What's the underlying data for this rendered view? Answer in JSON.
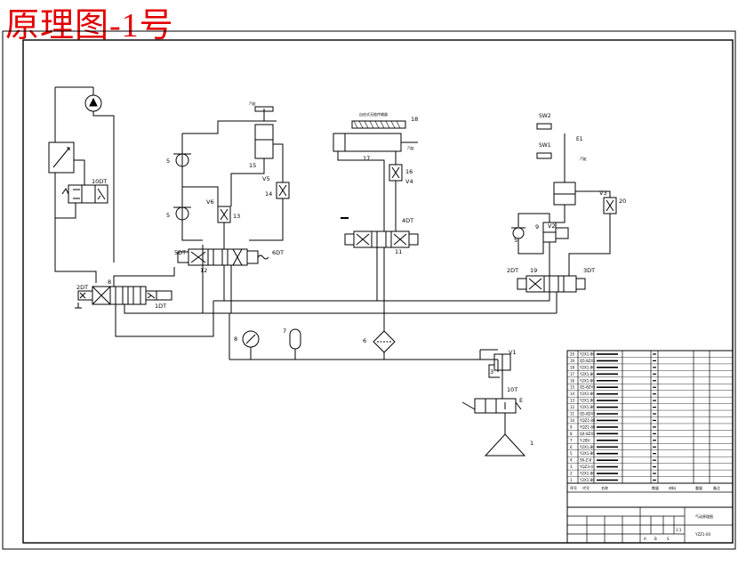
{
  "title": "原理图-1号",
  "labels": {
    "c1": "10DT",
    "c2": "2DT",
    "c3": "8",
    "c4": "1DT",
    "c5": "5",
    "c6": "5",
    "c7": "V6",
    "c8": "13",
    "c9": "15",
    "c10": "V5",
    "c11": "14",
    "c12": "5DT",
    "c13": "6DT",
    "c14": "12",
    "c15": "18",
    "c16": "17",
    "c17": "16",
    "c18": "V4",
    "c19": "4DT",
    "c20": "11",
    "c21": "SW2",
    "c22": "SW1",
    "c23": "E1",
    "c24": "V3",
    "c25": "20",
    "c26": "V2",
    "c27": "9",
    "c28": "5",
    "c29": "2DT",
    "c30": "19",
    "c31": "3DT",
    "c32": "8",
    "c33": "7",
    "c34": "6",
    "c35": "V1",
    "c36": "3",
    "c37": "10T",
    "c38": "E",
    "c39": "1"
  },
  "notes": {
    "top_cyl_label": "汽缸",
    "chain_label": "自由式无链传输器",
    "clamp_label": "汽缸",
    "cyl_e1_label": "汽缸",
    "line_label": "油压"
  },
  "title_block": {
    "row_numbers": [
      "20",
      "19",
      "18",
      "17",
      "16",
      "15",
      "14",
      "13",
      "12",
      "11",
      "10",
      "9",
      "8",
      "7",
      "6",
      "5",
      "4",
      "3",
      "2",
      "1"
    ],
    "row_codes": [
      "Y2X1-86",
      "Q5-8Z45",
      "Y2X1-86",
      "Y2X1-86",
      "Y2X1-86",
      "Q5-8Z45",
      "Y2X1-86",
      "Y2X1-86",
      "Y2X1-86",
      "Q5-8Z45",
      "YQZ1-86",
      "YQZ1-86",
      "Q4-8Z45",
      "Y-28V",
      "Y2X1-86",
      "Y2X1-86",
      "S6-Z-8",
      "YQZ3-4",
      "Y2X1-86",
      "Y2X1-86"
    ],
    "header": [
      "序号",
      "代号",
      "名称",
      "数量",
      "材料",
      "重量",
      "备注"
    ],
    "drawing_name": "气动原理图",
    "drawing_no": "YZZ1-00",
    "scale": "1:1",
    "stage_marks": [
      "A",
      "B",
      "S"
    ]
  }
}
